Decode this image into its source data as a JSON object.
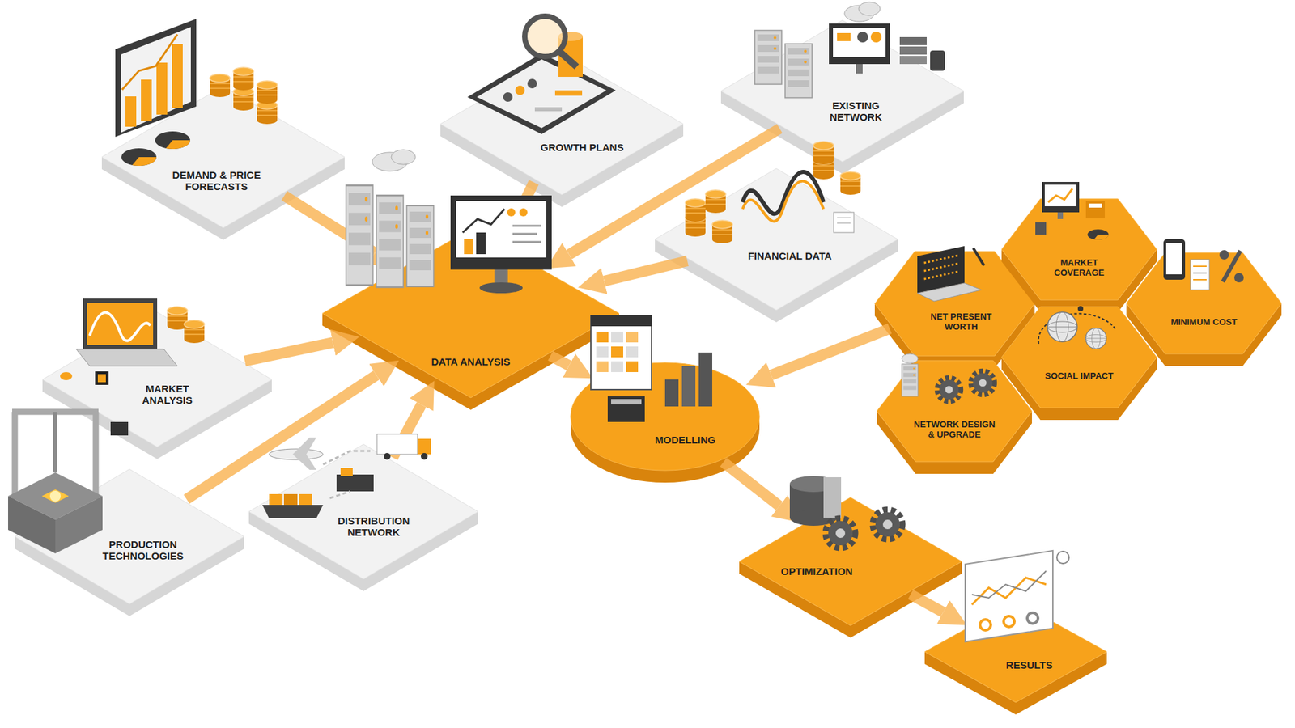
{
  "diagram": {
    "nodes": [
      {
        "text": [
          "DEMAND & PRICE FORECASTS"
        ]
      },
      {
        "text": [
          "GROWTH PLANS"
        ]
      },
      {
        "text": [
          "EXISTING NETWORK"
        ]
      },
      {
        "text": [
          "FINANCIAL DATA"
        ]
      },
      {
        "text": [
          "DATA ANALYSIS"
        ]
      },
      {
        "text": [
          "MARKET ANALYSIS"
        ]
      },
      {
        "text": [
          "PRODUCTION TECHNOLOGIES"
        ]
      },
      {
        "text": [
          "DISTRIBUTION NETWORK"
        ]
      },
      {
        "text": [
          "MODELLING"
        ]
      },
      {
        "text": [
          "NET PRESENT WORTH"
        ]
      },
      {
        "text": [
          "MARKET COVERAGE"
        ]
      },
      {
        "text": [
          "MINIMUM COST"
        ]
      },
      {
        "text": [
          "SOCIAL IMPACT"
        ]
      },
      {
        "text": [
          "NETWORK DESIGN & UPGRADE"
        ]
      },
      {
        "text": [
          "OPTIMIZATION"
        ]
      },
      {
        "text": [
          "RESULTS"
        ]
      }
    ],
    "edges": [
      {
        "from": 0,
        "to": 4,
        "arrow": "to"
      },
      {
        "from": 1,
        "to": 4,
        "arrow": "to"
      },
      {
        "from": 2,
        "to": 4,
        "arrow": "to"
      },
      {
        "from": 3,
        "to": 4,
        "arrow": "to"
      },
      {
        "from": 5,
        "to": 4,
        "arrow": "to"
      },
      {
        "from": 6,
        "to": 4,
        "arrow": "to"
      },
      {
        "from": 7,
        "to": 4,
        "arrow": "to"
      },
      {
        "from": 4,
        "to": 8,
        "arrow": "to"
      },
      {
        "from": 9,
        "to": 8,
        "arrow": "to"
      },
      {
        "from": 8,
        "to": 14,
        "arrow": "to"
      },
      {
        "from": 14,
        "to": 15,
        "arrow": "to"
      }
    ]
  }
}
